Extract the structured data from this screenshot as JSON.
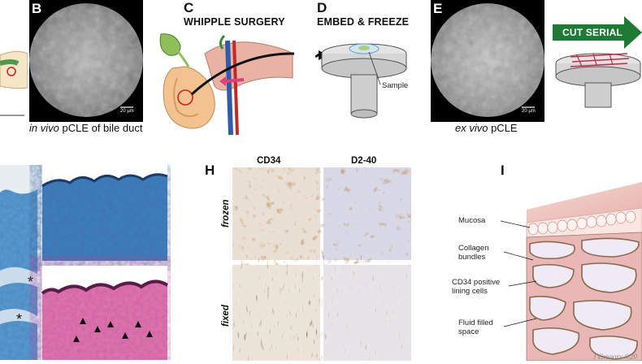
{
  "panels": {
    "B": {
      "label": "B",
      "caption_italic": "in vivo",
      "caption_rest": " pCLE of bile duct",
      "scale": "20 µm"
    },
    "C": {
      "label": "C",
      "heading": "WHIPPLE SURGERY"
    },
    "D": {
      "label": "D",
      "heading": "EMBED & FREEZE",
      "sample_label": "Sample"
    },
    "E": {
      "label": "E",
      "caption_italic": "ex vivo",
      "caption_rest": " pCLE",
      "scale": "20 µm"
    },
    "F": {
      "arrow_text": "CUT SERIAL"
    },
    "H": {
      "label": "H",
      "col1": "CD34",
      "col2": "D2-40",
      "row1": "frozen",
      "row2": "fixed"
    },
    "I": {
      "label": "I",
      "labels": [
        "Mucosa",
        "Collagen\nbundles",
        "CD34 positive\nlining cells",
        "Fluid filled\nspace"
      ],
      "signature": "J Gregory ©20"
    }
  },
  "colors": {
    "arrow_green": "#1e7a34",
    "trichrome_blue": "#3d7fc0",
    "he_pink": "#d65a9a",
    "ihc_brown": "#8a4a1e",
    "tissue_pink": "#f1c9c3"
  }
}
